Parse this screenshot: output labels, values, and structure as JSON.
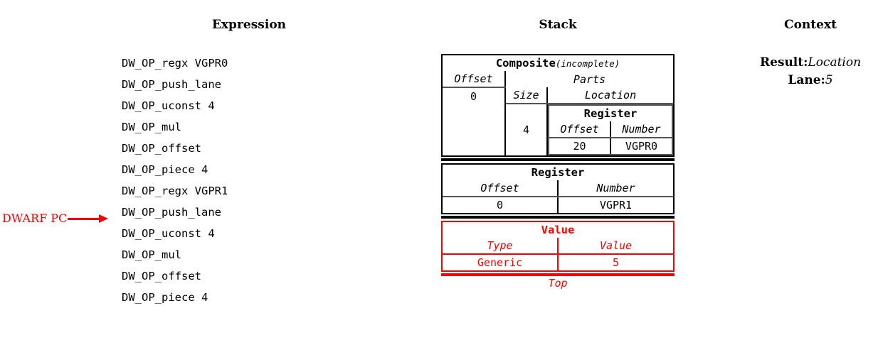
{
  "headers": {
    "expression": "Expression",
    "stack": "Stack",
    "context": "Context"
  },
  "expression": {
    "lines": [
      "DW_OP_regx VGPR0",
      "DW_OP_push_lane",
      "DW_OP_uconst 4",
      "DW_OP_mul",
      "DW_OP_offset",
      "DW_OP_piece 4",
      "DW_OP_regx VGPR1",
      "DW_OP_push_lane",
      "DW_OP_uconst 4",
      "DW_OP_mul",
      "DW_OP_offset",
      "DW_OP_piece 4"
    ]
  },
  "pc_marker": {
    "label": "DWARF PC",
    "color": "#ff0000",
    "points_to_line_index": 8
  },
  "stack": {
    "top_label": "Top",
    "entries": [
      {
        "kind": "composite",
        "title": "Composite",
        "title_suffix": "(incomplete)",
        "offset_header": "Offset",
        "offset_value": "0",
        "parts_header": "Parts",
        "size_header": "Size",
        "location_header": "Location",
        "part": {
          "size": "4",
          "location": {
            "title": "Register",
            "offset_header": "Offset",
            "number_header": "Number",
            "offset_value": "20",
            "number_value": "VGPR0"
          }
        }
      },
      {
        "kind": "register",
        "title": "Register",
        "offset_header": "Offset",
        "number_header": "Number",
        "offset_value": "0",
        "number_value": "VGPR1"
      },
      {
        "kind": "value",
        "title": "Value",
        "type_header": "Type",
        "value_header": "Value",
        "type_value": "Generic",
        "value_value": "5",
        "color": "#ff0000"
      }
    ]
  },
  "context": {
    "rows": [
      {
        "key": "Result:",
        "value": "Location"
      },
      {
        "key": "Lane:",
        "value": "5"
      }
    ]
  }
}
